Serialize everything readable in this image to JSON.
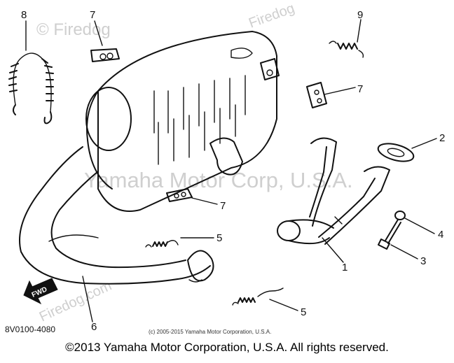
{
  "watermarks": {
    "top_left": "© Firedog",
    "top_right": "Firedog",
    "center": "Yamaha Motor Corp, U.S.A.",
    "bottom": "Firedog.com"
  },
  "callouts": {
    "c8": "8",
    "c7a": "7",
    "c9": "9",
    "c7b": "7",
    "c2": "2",
    "c7c": "7",
    "c5a": "5",
    "c4": "4",
    "c3": "3",
    "c1": "1",
    "c5b": "5",
    "c6": "6"
  },
  "fwd_label": "FWD",
  "diagram_code": "8V0100-4080",
  "small_copyright": "(c) 2005-2015 Yamaha Motor Corporation, U.S.A.",
  "footer_copyright": "©2013 Yamaha Motor Corporation, U.S.A. All rights reserved."
}
